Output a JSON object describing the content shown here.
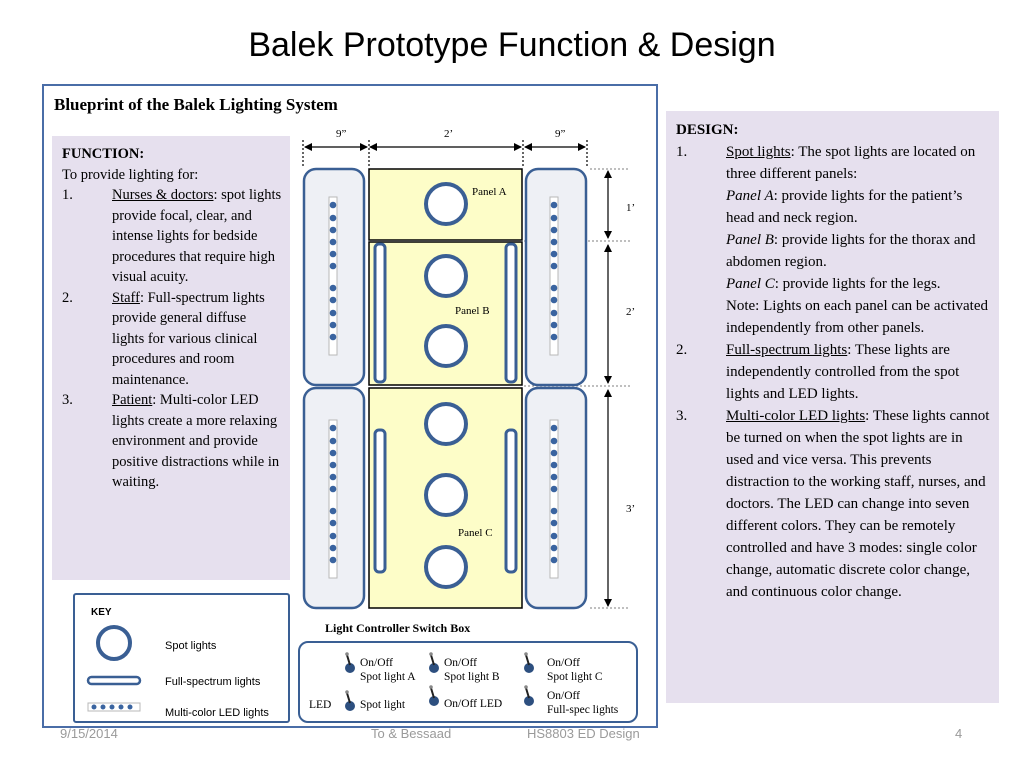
{
  "slide": {
    "title": "Balek Prototype Function & Design"
  },
  "blueprint": {
    "title": "Blueprint of the Balek Lighting System",
    "dimensions": {
      "left_width": "9”",
      "center_width": "2’",
      "right_width": "9”",
      "top_height": "1’",
      "mid_height": "2’",
      "bottom_height": "3’"
    },
    "panels": {
      "a": "Panel A",
      "b": "Panel B",
      "c": "Panel C"
    }
  },
  "function": {
    "heading": "FUNCTION:",
    "intro": "To provide lighting for:",
    "items": [
      {
        "num": "1.",
        "term": "Nurses & doctors",
        "text": ": spot lights provide focal, clear, and intense lights for bedside procedures that require high visual acuity."
      },
      {
        "num": "2.",
        "term": "Staff",
        "text": ": Full-spectrum lights provide general diffuse lights for various clinical procedures and room maintenance."
      },
      {
        "num": "3.",
        "term": "Patient",
        "text": ": Multi-color LED lights create a more relaxing environment and provide positive distractions while in waiting."
      }
    ]
  },
  "design": {
    "heading": "DESIGN:",
    "item1": {
      "num": "1.",
      "term": "Spot lights",
      "text": ": The spot lights are located on three different panels:",
      "panel_a_label": "Panel A",
      "panel_a_text": ": provide lights for the patient’s head and neck region.",
      "panel_b_label": "Panel B",
      "panel_b_text": ": provide lights for the thorax and abdomen region.",
      "panel_c_label": "Panel C",
      "panel_c_text": ": provide lights for the legs.",
      "note": "Note: Lights on each panel can be activated independently from other panels."
    },
    "item2": {
      "num": "2.",
      "term": "Full-spectrum lights",
      "text": ": These lights are independently controlled from the spot lights and LED lights."
    },
    "item3": {
      "num": "3.",
      "term": "Multi-color LED lights",
      "text": ": These lights cannot be turned on when the spot lights are in used and vice versa. This prevents distraction to the working staff, nurses, and doctors.  The LED can change into seven different colors. They can be remotely controlled and have 3 modes: single color change, automatic discrete  color change, and continuous color change."
    }
  },
  "key": {
    "title": "KEY",
    "spot": "Spot lights",
    "full": "Full-spectrum lights",
    "led": "Multi-color LED lights"
  },
  "switch_box": {
    "title": "Light Controller Switch Box",
    "sw1_l1": "On/Off",
    "sw1_l2": "Spot light A",
    "sw2_l1": "On/Off",
    "sw2_l2": "Spot light B",
    "sw3_l1": "On/Off",
    "sw3_l2": "Spot light C",
    "led_label": "LED",
    "sw4_label": "Spot light",
    "sw5_label": "On/Off LED",
    "sw6_l1": "On/Off",
    "sw6_l2": "Full-spec lights"
  },
  "footer": {
    "date": "9/15/2014",
    "authors": "To & Bessaad",
    "course": "HS8803 ED Design",
    "page": "4"
  },
  "colors": {
    "accent": "#3a5f94",
    "panel_fill": "#fdfdc8",
    "lavender": "#e6e0ee",
    "led_blue": "#3a64a0"
  }
}
